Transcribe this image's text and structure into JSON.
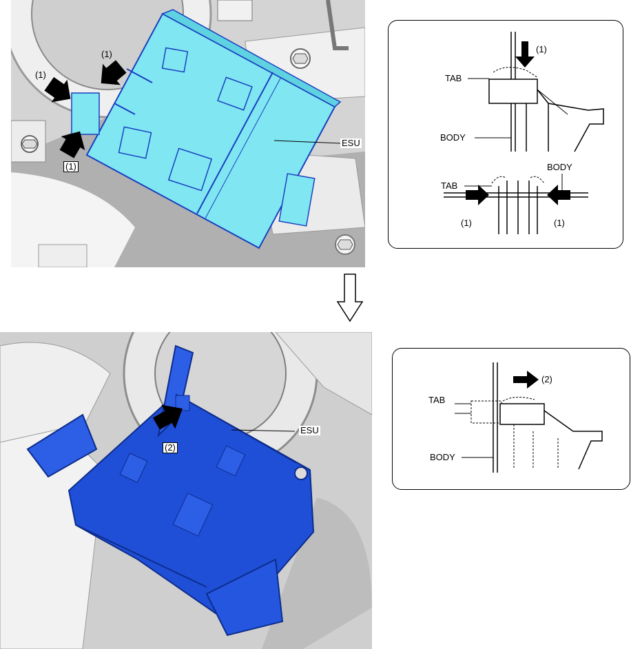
{
  "top_figure": {
    "component_label": "ESU",
    "arrow_labels": [
      "(1)",
      "(1)",
      "(1)"
    ]
  },
  "detail_top": {
    "upper": {
      "tab_label": "TAB",
      "body_label": "BODY",
      "arrow_label": "(1)"
    },
    "lower": {
      "tab_label": "TAB",
      "body_label": "BODY",
      "left_arrow_label": "(1)",
      "right_arrow_label": "(1)"
    }
  },
  "bottom_figure": {
    "component_label": "ESU",
    "arrow_label": "(2)"
  },
  "detail_bottom": {
    "tab_label": "TAB",
    "body_label": "BODY",
    "arrow_label": "(2)"
  },
  "colors": {
    "esu_top": "#7fe6f2",
    "esu_bottom": "#1f4fd6",
    "background_gray": "#d9d9d9"
  },
  "icons": [
    "push-arrow-icon",
    "down-outline-arrow-icon",
    "right-arrow-icon"
  ]
}
